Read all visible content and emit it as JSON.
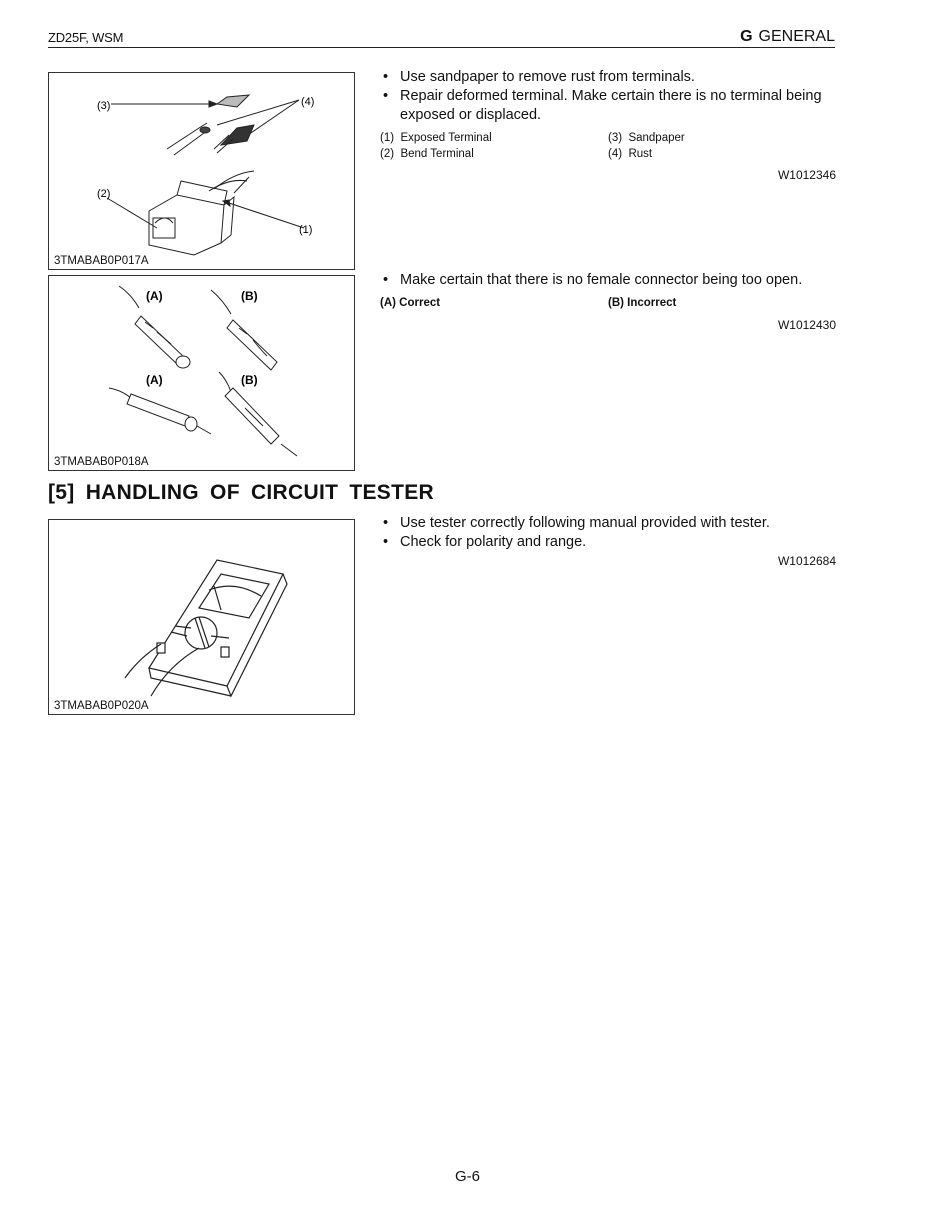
{
  "header": {
    "manual_code": "ZD25F, WSM",
    "section_letter": "G",
    "section_name": "GENERAL"
  },
  "blocks": [
    {
      "figure": {
        "caption": "3TMABAB0P017A",
        "callouts": [
          "(1)",
          "(2)",
          "(3)",
          "(4)"
        ]
      },
      "bullets": [
        "Use sandpaper to remove rust from terminals.",
        "Repair deformed terminal.  Make certain there is no terminal being exposed or displaced."
      ],
      "legend": [
        {
          "key": "(1)",
          "label": "Exposed Terminal"
        },
        {
          "key": "(3)",
          "label": "Sandpaper"
        },
        {
          "key": "(2)",
          "label": "Bend Terminal"
        },
        {
          "key": "(4)",
          "label": "Rust"
        }
      ],
      "code": "W1012346"
    },
    {
      "figure": {
        "caption": "3TMABAB0P018A",
        "callouts": [
          "(A)",
          "(B)",
          "(A)",
          "(B)"
        ]
      },
      "bullets": [
        "Make certain that there is no female connector being too open."
      ],
      "legend": [
        {
          "key": "(A)",
          "label": "Correct"
        },
        {
          "key": "(B)",
          "label": "Incorrect"
        }
      ],
      "code": "W1012430"
    }
  ],
  "section": {
    "title": "[5]  HANDLING  OF  CIRCUIT  TESTER",
    "figure": {
      "caption": "3TMABAB0P020A"
    },
    "bullets": [
      "Use tester correctly following manual provided with tester.",
      "Check for polarity and range."
    ],
    "code": "W1012684"
  },
  "footer": {
    "page_number": "G-6"
  }
}
